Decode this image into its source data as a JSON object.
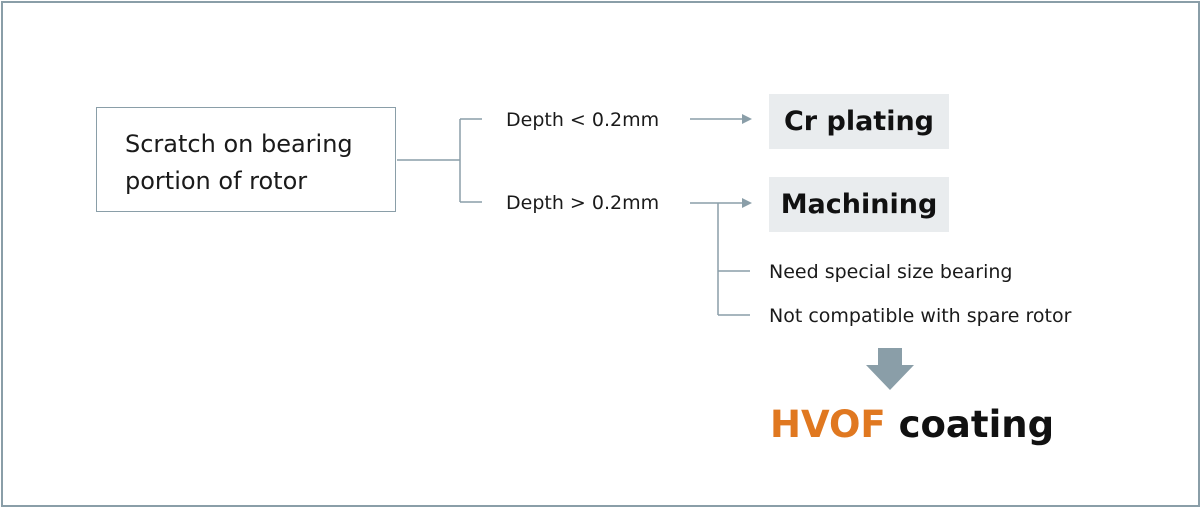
{
  "source": {
    "line1": "Scratch on bearing",
    "line2": "portion of rotor"
  },
  "branches": [
    {
      "condition": "Depth < 0.2mm",
      "result": "Cr plating"
    },
    {
      "condition": "Depth > 0.2mm",
      "result": "Machining"
    }
  ],
  "machining_notes": [
    "Need special size bearing",
    "Not compatible with spare rotor"
  ],
  "final": {
    "accent_text": "HVOF",
    "rest_text": " coating"
  },
  "colors": {
    "line": "#8a9ea8",
    "result_bg": "#e9ecee",
    "accent": "#e07820",
    "arrow": "#8a9ea8"
  }
}
